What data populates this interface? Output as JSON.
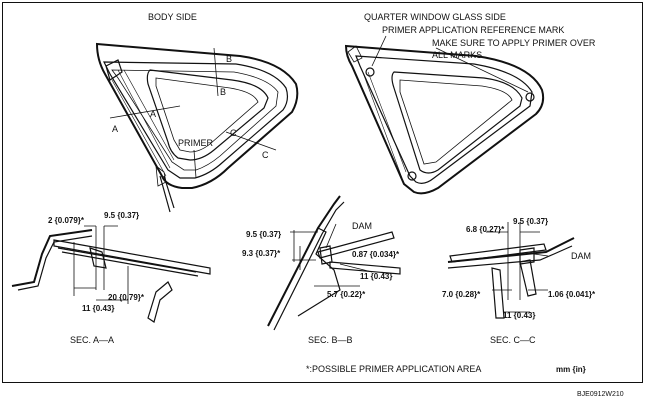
{
  "labels": {
    "body_side": "BODY SIDE",
    "quarter_side": "QUARTER WINDOW GLASS SIDE",
    "primer_ref": "PRIMER APPLICATION REFERENCE MARK",
    "make_sure_1": "MAKE SURE TO APPLY PRIMER OVER",
    "make_sure_2": "ALL MARKS.",
    "primer": "PRIMER",
    "a1": "A",
    "a2": "A",
    "b1": "B",
    "b2": "B",
    "c1": "C",
    "c2": "C"
  },
  "sections": {
    "aa": {
      "title": "SEC. A—A",
      "d1": "2 {0.079}*",
      "d2": "9.5 {0.37}",
      "d3": "20 {0.79}*",
      "d4": "11 {0.43}"
    },
    "bb": {
      "title": "SEC. B—B",
      "dam": "DAM",
      "d1": "9.5 {0.37}",
      "d2": "9.3 {0.37}*",
      "d3": "0.87 {0.034}*",
      "d4": "11 {0.43}",
      "d5": "5.7 {0.22}*"
    },
    "cc": {
      "title": "SEC. C—C",
      "dam": "DAM",
      "d1": "6.8 {0.27}*",
      "d2": "9.5 {0.37}",
      "d3": "7.0 {0.28}*",
      "d4": "1.06 {0.041}*",
      "d5": "11 {0.43}"
    }
  },
  "footnote": "*:POSSIBLE PRIMER APPLICATION AREA",
  "units": "mm {in}",
  "code": "BJE0912W210"
}
